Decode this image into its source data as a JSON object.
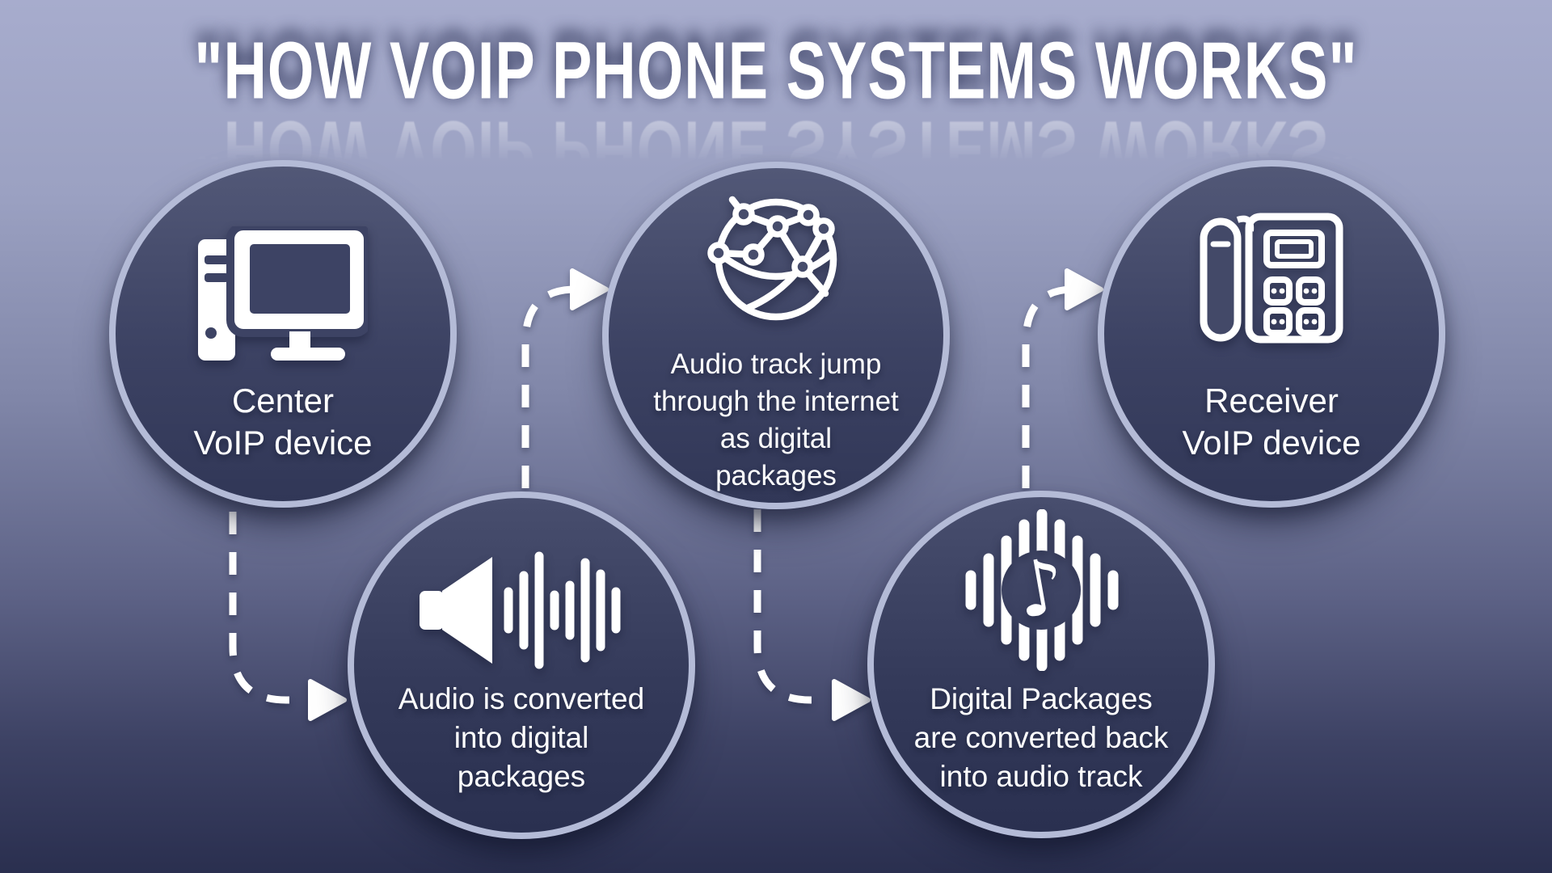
{
  "title": "\"HOW VOIP PHONE SYSTEMS WORKS\"",
  "diagram": {
    "nodes": [
      {
        "id": "center-voip-device",
        "icon": "desktop-computer-icon",
        "lines": [
          "Center",
          "VoIP device"
        ]
      },
      {
        "id": "audio-to-digital",
        "icon": "speaker-soundwave-icon",
        "lines": [
          "Audio is converted",
          "into digital",
          "packages"
        ]
      },
      {
        "id": "internet-transit",
        "icon": "globe-network-icon",
        "lines": [
          "Audio track jump",
          "through the internet",
          "as digital",
          "packages"
        ]
      },
      {
        "id": "digital-to-audio",
        "icon": "soundwave-music-note-icon",
        "lines": [
          "Digital Packages",
          "are converted back",
          "into audio track"
        ]
      },
      {
        "id": "receiver-voip-device",
        "icon": "desk-phone-icon",
        "lines": [
          "Receiver",
          "VoIP device"
        ]
      }
    ],
    "connectors": [
      {
        "from": "center-voip-device",
        "to": "audio-to-digital",
        "style": "dashed-arrow"
      },
      {
        "from": "audio-to-digital",
        "to": "internet-transit",
        "style": "dashed-arrow"
      },
      {
        "from": "internet-transit",
        "to": "digital-to-audio",
        "style": "dashed-arrow"
      },
      {
        "from": "digital-to-audio",
        "to": "receiver-voip-device",
        "style": "dashed-arrow"
      }
    ]
  },
  "colors": {
    "background_top": "#a7accd",
    "background_bottom": "#2a2f4f",
    "circle_ring": "#b4bbd7",
    "circle_fill_top": "#4e5475",
    "circle_fill_bottom": "#2c3252",
    "text": "#ffffff"
  }
}
